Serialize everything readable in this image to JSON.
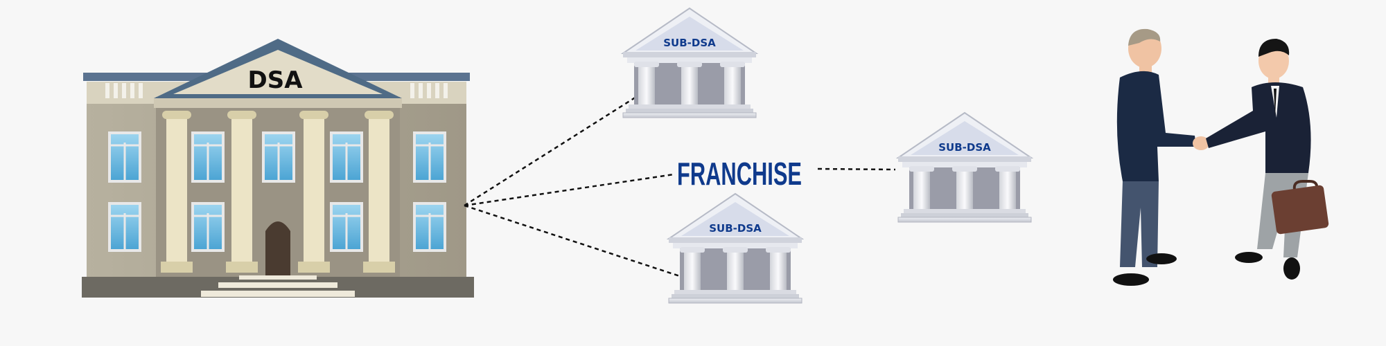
{
  "diagram": {
    "main_building": {
      "label": "DSA"
    },
    "connector_label": "FRANCHISE",
    "sub_buildings": [
      {
        "label": "SUB-DSA"
      },
      {
        "label": "SUB-DSA"
      },
      {
        "label": "SUB-DSA"
      }
    ],
    "colors": {
      "background": "#f7f7f7",
      "accent_text": "#0f3a8c",
      "roof": "#4f6b86",
      "dashed_line": "#111111"
    }
  }
}
